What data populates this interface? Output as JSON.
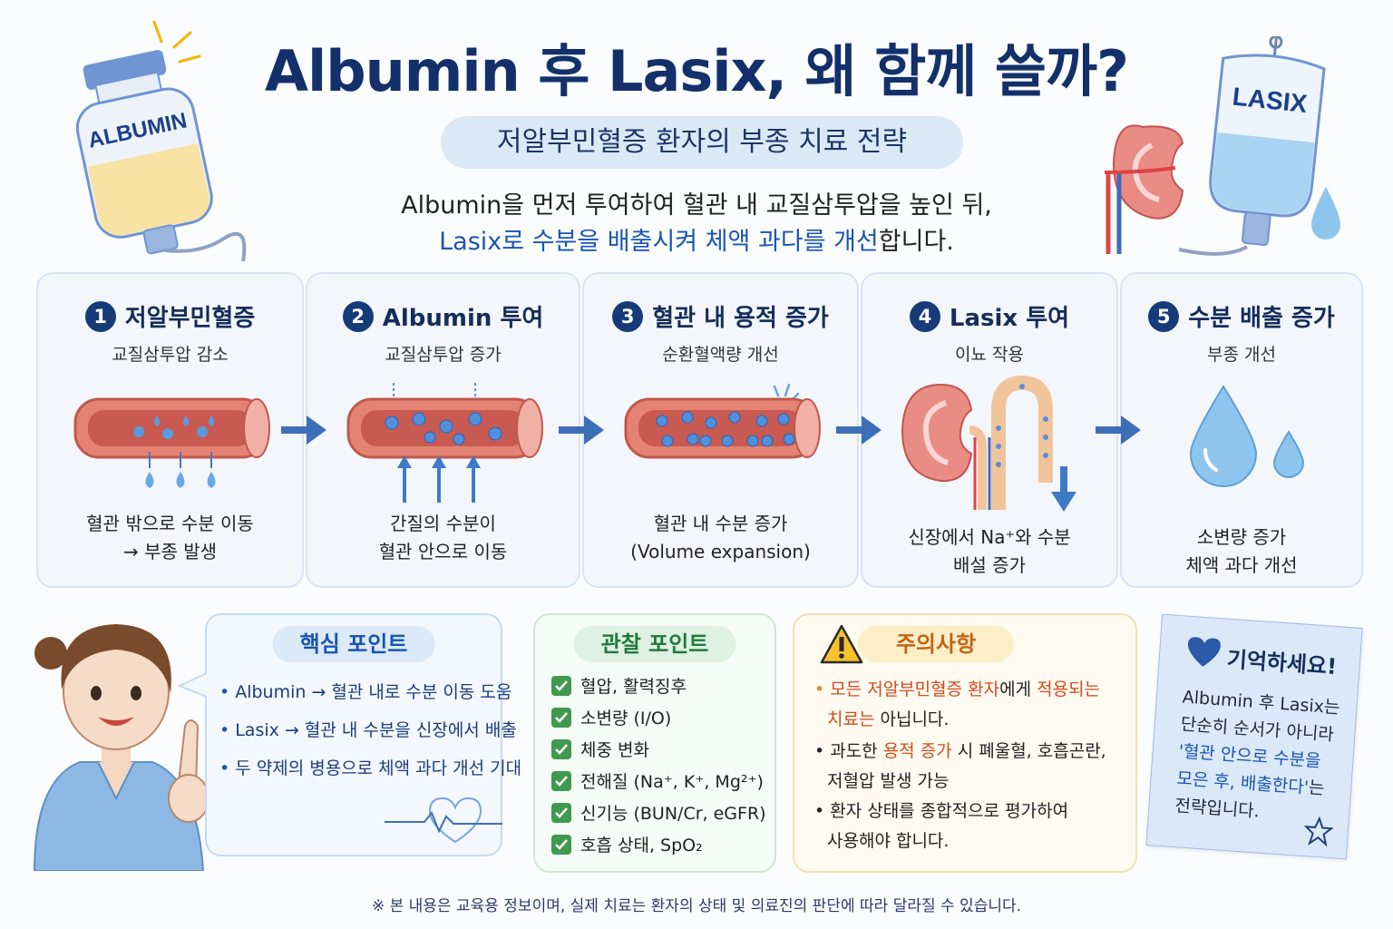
{
  "header": {
    "title": "Albumin 후 Lasix, 왜 함께 쓸까?",
    "subtitle": "저알부민혈증 환자의 부종 치료 전략",
    "intro_line1": "Albumin을 먼저 투여하여 혈관 내 교질삼투압을 높인 뒤,",
    "intro_line2_highlight": "Lasix로 수분을 배출시켜 체액 과다를 개선",
    "intro_line2_tail": "합니다."
  },
  "illustrations": {
    "albumin_label": "ALBUMIN",
    "lasix_label": "LASIX"
  },
  "steps": [
    {
      "num": "1",
      "title": "저알부민혈증",
      "sub": "교질삼투압 감소",
      "desc1": "혈관 밖으로 수분 이동",
      "desc2": "→ 부종 발생",
      "icon": "blood-vessel-leaking-icon"
    },
    {
      "num": "2",
      "title": "Albumin 투여",
      "sub": "교질삼투압 증가",
      "desc1": "간질의 수분이",
      "desc2": "혈관 안으로 이동",
      "icon": "blood-vessel-inflow-icon"
    },
    {
      "num": "3",
      "title": "혈관 내 용적 증가",
      "sub": "순환혈액량 개선",
      "desc1": "혈관 내 수분 증가",
      "desc2": "(Volume expansion)",
      "icon": "blood-vessel-full-icon"
    },
    {
      "num": "4",
      "title": "Lasix 투여",
      "sub": "이뇨 작용",
      "desc1": "신장에서 Na⁺와 수분",
      "desc2": "배설 증가",
      "icon": "kidney-nephron-icon"
    },
    {
      "num": "5",
      "title": "수분 배출 증가",
      "sub": "부종 개선",
      "desc1": "소변량 증가",
      "desc2": "체액 과다 개선",
      "icon": "water-drop-icon"
    }
  ],
  "core_points": {
    "title": "핵심 포인트",
    "items": [
      "Albumin → 혈관 내로 수분 이동 도움",
      "Lasix → 혈관 내 수분을 신장에서 배출",
      "두 약제의 병용으로 체액 과다 개선 기대"
    ]
  },
  "observe_points": {
    "title": "관찰 포인트",
    "items": [
      "혈압, 활력징후",
      "소변량 (I/O)",
      "체중 변화",
      "전해질 (Na⁺, K⁺, Mg²⁺)",
      "신기능 (BUN/Cr, eGFR)",
      "호흡 상태, SpO₂"
    ]
  },
  "caution": {
    "title": "주의사항",
    "item1_a": "모든 저알부민혈증 환자",
    "item1_b": "에게 ",
    "item1_c": "적용되는",
    "item1_d": "치료는",
    "item1_e": " 아닙니다.",
    "item2_a": "과도한 ",
    "item2_b": "용적 증가",
    "item2_c": " 시 폐울혈, 호흡곤란,",
    "item2_d": "저혈압",
    "item2_e": " 발생 가능",
    "item3_a": "환자 상태를 종합적으로 평가하여",
    "item3_b": "사용해야 합니다."
  },
  "memo": {
    "title": "기억하세요!",
    "line1": "Albumin 후 Lasix는",
    "line2": "단순히 순서가 아니라",
    "line3": "'혈관 안으로 수분을",
    "line4": "모은 후, 배출한다'",
    "line4_tail": "는",
    "line5": "전략입니다."
  },
  "footnote": "※ 본 내용은 교육용 정보이며, 실제 치료는 환자의 상태 및 의료진의 판단에 따라 달라질 수 있습니다.",
  "colors": {
    "navy": "#13306b",
    "accent_blue": "#1a56b0",
    "green": "#3f9a4f",
    "orange": "#c56414",
    "red": "#d44a1e"
  }
}
